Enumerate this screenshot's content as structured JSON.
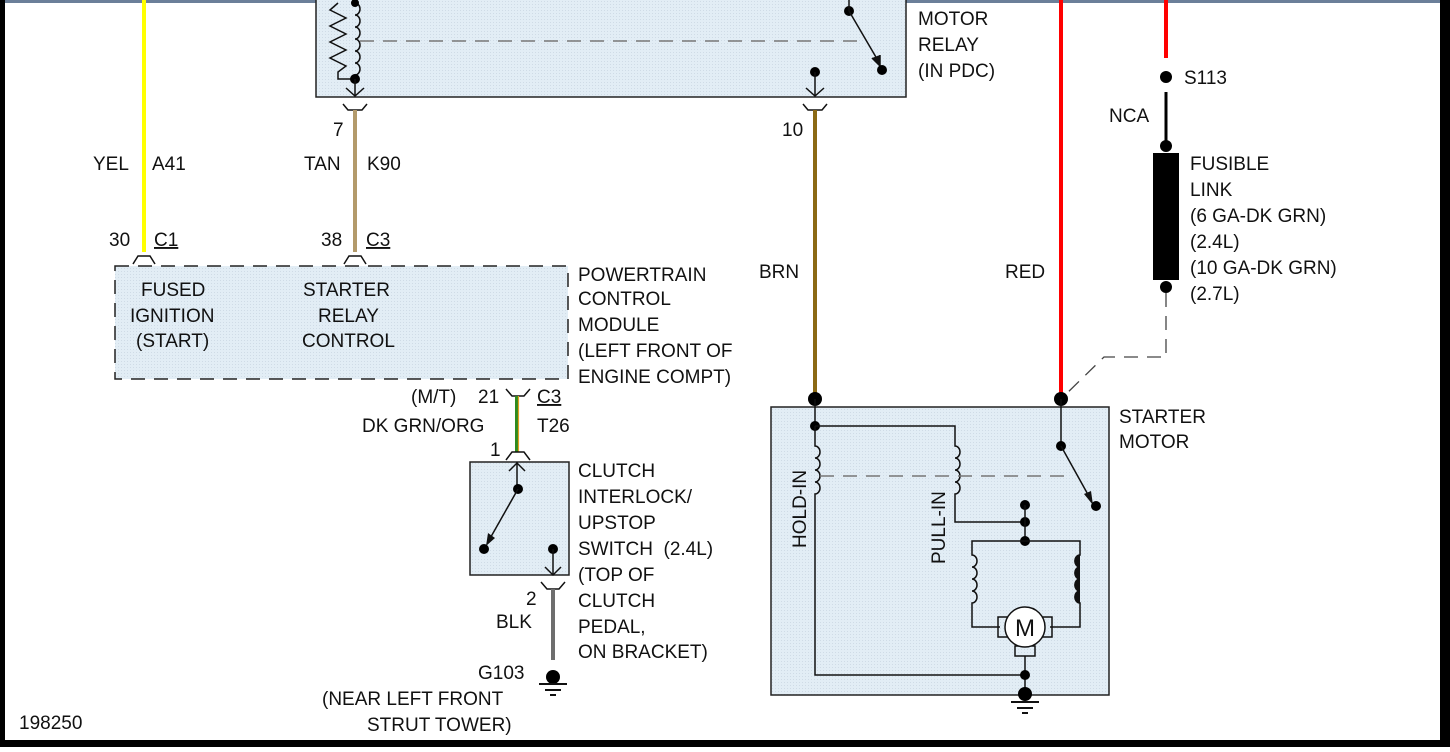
{
  "diagram": {
    "figure_id": "198250",
    "colors": {
      "component_fill": "#e4eef6",
      "yellow_wire": "#ffff00",
      "tan_wire": "#b39a6b",
      "brown_wire": "#8b6914",
      "red_wire": "#ff0000",
      "dk_grn_wire": "#2e8b1e",
      "org_stripe": "#e0a020",
      "blk_wire": "#6e6e6e",
      "frame": "#000000",
      "top_bar": "#6b7f99"
    },
    "starter_motor_relay": {
      "label_lines": [
        "MOTOR",
        "RELAY",
        "(IN PDC)"
      ],
      "pin_coil": "7",
      "pin_switch": "10"
    },
    "wires": {
      "a41": {
        "color_label": "YEL",
        "circuit": "A41",
        "pin": "30",
        "connector": "C1"
      },
      "k90": {
        "color_label": "TAN",
        "circuit": "K90",
        "pin": "38",
        "connector": "C3"
      },
      "brn": {
        "color_label": "BRN"
      },
      "red": {
        "color_label": "RED"
      },
      "t26": {
        "qualifier": "(M/T)",
        "pin": "21",
        "connector": "C3",
        "color_label": "DK GRN/ORG",
        "circuit": "T26",
        "end_pin": "1"
      },
      "blk": {
        "pin": "2",
        "color_label": "BLK"
      }
    },
    "pcm": {
      "label_lines": [
        "POWERTRAIN",
        "CONTROL",
        "MODULE",
        "(LEFT FRONT OF",
        "ENGINE COMPT)"
      ],
      "fused_ignition_lines": [
        "FUSED",
        "IGNITION",
        "(START)"
      ],
      "starter_relay_control_lines": [
        "STARTER",
        "RELAY",
        "CONTROL"
      ]
    },
    "clutch_switch": {
      "label_lines": [
        "CLUTCH",
        "INTERLOCK/",
        "UPSTOP",
        "SWITCH  (2.4L)",
        "(TOP OF",
        "CLUTCH",
        "PEDAL,",
        "ON BRACKET)"
      ]
    },
    "ground_g103": {
      "label_lines": [
        "G103",
        "(NEAR LEFT FRONT",
        "STRUT TOWER)"
      ]
    },
    "splice": {
      "id": "S113",
      "wire_label": "NCA"
    },
    "fusible_link": {
      "label_lines": [
        "FUSIBLE",
        "LINK",
        "(6 GA-DK GRN)",
        "(2.4L)",
        "(10 GA-DK GRN)",
        "(2.7L)"
      ]
    },
    "starter_motor": {
      "label_lines": [
        "STARTER",
        "MOTOR"
      ],
      "hold_in": "HOLD-IN",
      "pull_in": "PULL-IN",
      "motor_symbol": "M"
    }
  }
}
